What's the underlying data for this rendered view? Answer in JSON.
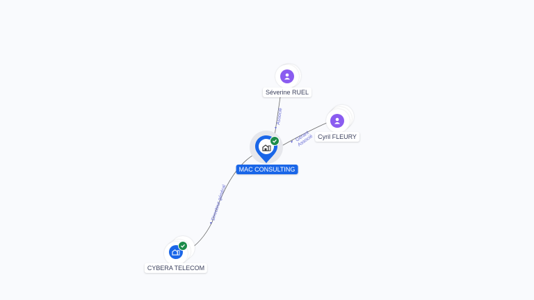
{
  "nodes": {
    "main": {
      "label": "MAC CONSULTING",
      "type": "company",
      "verified": true,
      "icon": "building-icon"
    },
    "severine": {
      "label": "Séverine RUEL",
      "type": "person",
      "icon": "person-icon"
    },
    "cyril": {
      "label": "Cyril FLEURY",
      "type": "person",
      "icon": "person-icon"
    },
    "cybera": {
      "label": "CYBERA TELECOM",
      "type": "company",
      "verified": true,
      "icon": "building-icon"
    }
  },
  "edges": [
    {
      "from": "severine",
      "to": "main",
      "label": "Associé"
    },
    {
      "from": "cyril",
      "to": "main",
      "label_1": "Gérant",
      "label_2": "Associé"
    },
    {
      "from": "main",
      "to": "cybera",
      "label": "Directeur général"
    }
  ],
  "colors": {
    "background": "#f9fafd",
    "company_blue": "#1a66e8",
    "person_purple": "#8a5cf0",
    "verified_green": "#1d8c4a",
    "edge_label": "#6b6fd6"
  }
}
